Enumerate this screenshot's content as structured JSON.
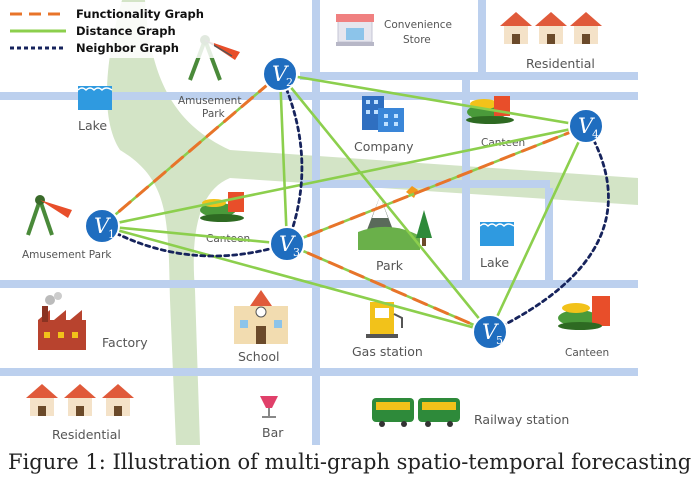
{
  "legend": {
    "functionality": "Functionality Graph",
    "distance": "Distance Graph",
    "neighbor": "Neighbor Graph"
  },
  "colors": {
    "functionality": "#e8742a",
    "distance": "#8ccf4d",
    "neighbor": "#16235c",
    "node_fill": "#1f6dbf",
    "road_blue": "#bcd0ee",
    "road_green": "#d3e4c6"
  },
  "nodes": [
    {
      "id": "V1",
      "letter": "V",
      "sub": "1"
    },
    {
      "id": "V2",
      "letter": "V",
      "sub": "2"
    },
    {
      "id": "V3",
      "letter": "V",
      "sub": "3"
    },
    {
      "id": "V4",
      "letter": "V",
      "sub": "4"
    },
    {
      "id": "V5",
      "letter": "V",
      "sub": "5"
    }
  ],
  "places": {
    "convenience_store_1": "Convenience",
    "convenience_store_2": "Store",
    "residential_top": "Residential",
    "amusement_park_top_1": "Amusement",
    "amusement_park_top_2": "Park",
    "lake_left": "Lake",
    "company": "Company",
    "canteen_top": "Canteen",
    "amusement_park_left": "Amusement Park",
    "canteen_mid": "Canteen",
    "park": "Park",
    "lake_right": "Lake",
    "factory": "Factory",
    "school": "School",
    "gas_station": "Gas station",
    "canteen_right": "Canteen",
    "residential_bottom": "Residential",
    "bar": "Bar",
    "railway_station": "Railway station"
  },
  "caption": "Figure 1: Illustration of multi-graph spatio-temporal forecasting"
}
